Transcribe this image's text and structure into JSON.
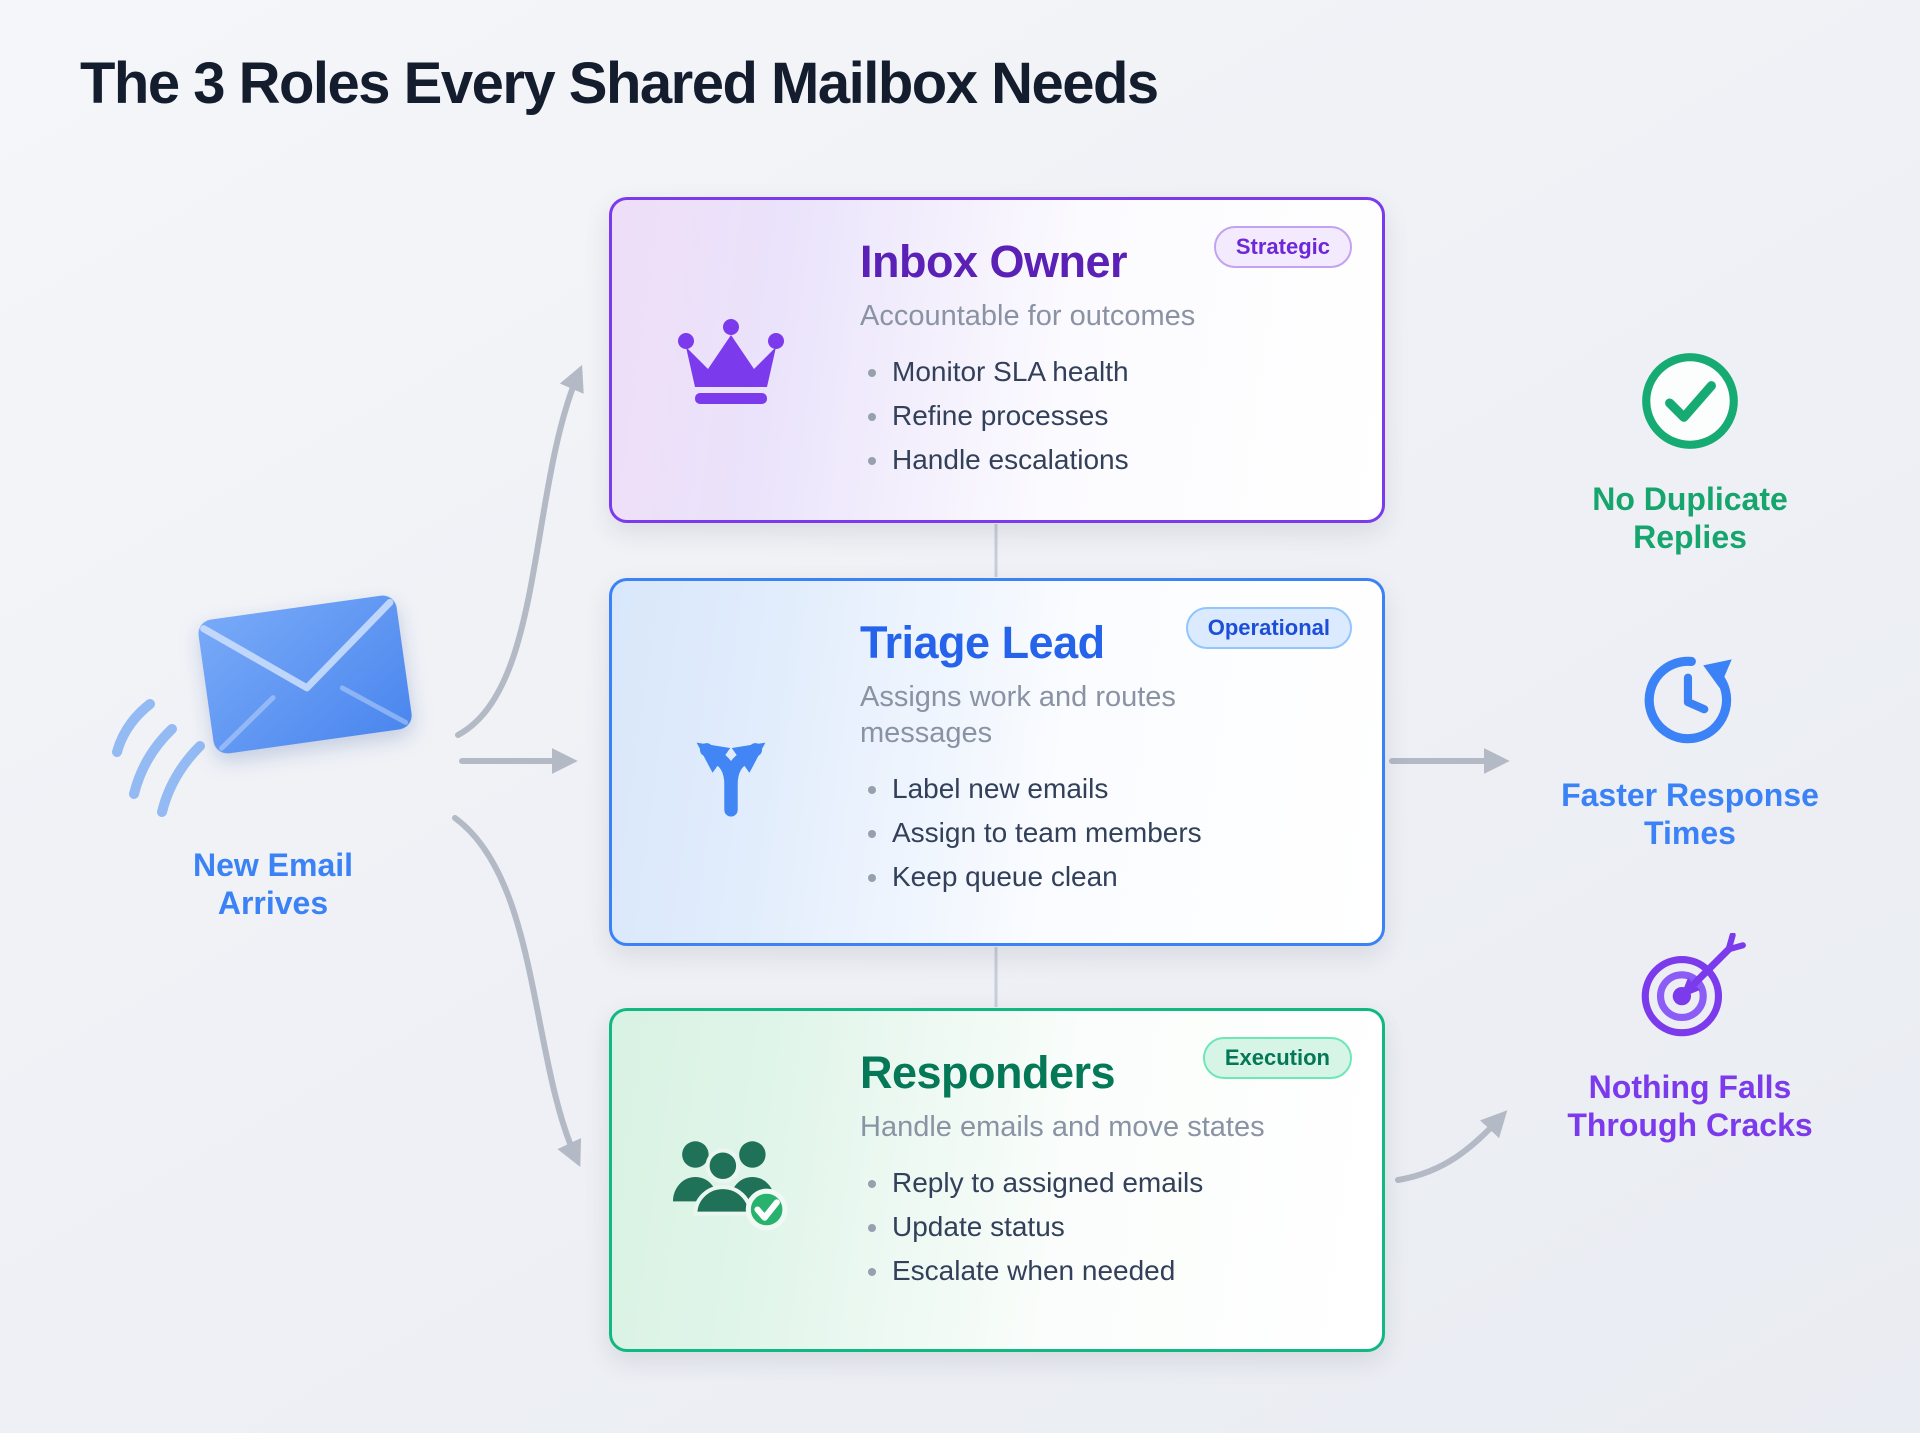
{
  "page": {
    "title": "The 3 Roles Every Shared Mailbox Needs"
  },
  "source": {
    "label": "New Email Arrives",
    "icon": "envelope-icon",
    "color": "#3b82f6"
  },
  "roles": [
    {
      "title": "Inbox Owner",
      "badge": "Strategic",
      "subtitle": "Accountable for outcomes",
      "bullets": [
        "Monitor SLA health",
        "Refine processes",
        "Handle escalations"
      ],
      "icon": "crown-icon",
      "accent": "#7c3aed"
    },
    {
      "title": "Triage Lead",
      "badge": "Operational",
      "subtitle": "Assigns work and routes messages",
      "bullets": [
        "Label new emails",
        "Assign to team members",
        "Keep queue clean"
      ],
      "icon": "split-arrows-icon",
      "accent": "#3b82f6"
    },
    {
      "title": "Responders",
      "badge": "Execution",
      "subtitle": "Handle emails and move states",
      "bullets": [
        "Reply to assigned emails",
        "Update status",
        "Escalate when needed"
      ],
      "icon": "team-check-icon",
      "accent": "#10b981"
    }
  ],
  "outcomes": [
    {
      "label": "No Duplicate Replies",
      "icon": "check-circle-icon",
      "color": "#15a56d"
    },
    {
      "label": "Faster Response Times",
      "icon": "clock-arrow-icon",
      "color": "#3b82f6"
    },
    {
      "label": "Nothing Falls Through Cracks",
      "icon": "target-arrow-icon",
      "color": "#7c3aed"
    }
  ]
}
